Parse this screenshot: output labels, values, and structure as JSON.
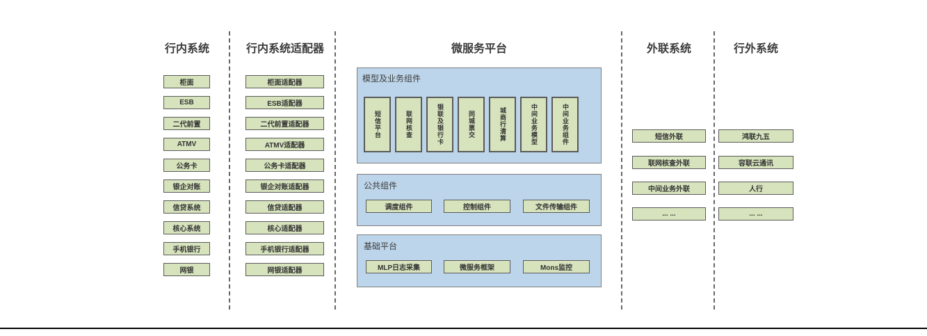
{
  "colors": {
    "box_fill_green": "#d6e3bc",
    "box_border": "#595959",
    "group_fill_blue": "#bdd5ea",
    "group_border": "#7f7f7f",
    "text": "#333333",
    "divider": "#666666",
    "bottom_rule": "#000000"
  },
  "columns": [
    {
      "id": "internal-systems",
      "title": "行内系统",
      "items": [
        "柜面",
        "ESB",
        "二代前置",
        "ATMV",
        "公务卡",
        "银企对账",
        "信贷系统",
        "核心系统",
        "手机银行",
        "网银"
      ]
    },
    {
      "id": "internal-adapters",
      "title": "行内系统适配器",
      "items": [
        "柜面适配器",
        "ESB适配器",
        "二代前置适配器",
        "ATMV适配器",
        "公务卡适配器",
        "银企对账适配器",
        "信贷适配器",
        "核心适配器",
        "手机银行适配器",
        "网银适配器"
      ]
    },
    {
      "id": "microservice-platform",
      "title": "微服务平台",
      "groups": [
        {
          "label": "模型及业务组件",
          "orientation": "vertical",
          "items": [
            "短信平台",
            "联网核查",
            "银联及银行卡",
            "同城票交",
            "城商行清算",
            "中间业务模型",
            "中间业务组件"
          ]
        },
        {
          "label": "公共组件",
          "orientation": "horizontal",
          "items": [
            "调度组件",
            "控制组件",
            "文件传输组件"
          ]
        },
        {
          "label": "基础平台",
          "orientation": "horizontal",
          "items": [
            "MLP日志采集",
            "微服务框架",
            "Mons监控"
          ]
        }
      ]
    },
    {
      "id": "external-link-systems",
      "title": "外联系统",
      "items": [
        "短信外联",
        "联网核查外联",
        "中间业务外联",
        "... ..."
      ]
    },
    {
      "id": "outside-systems",
      "title": "行外系统",
      "items": [
        "鸿联九五",
        "容联云通讯",
        "人行",
        "... ..."
      ]
    }
  ]
}
